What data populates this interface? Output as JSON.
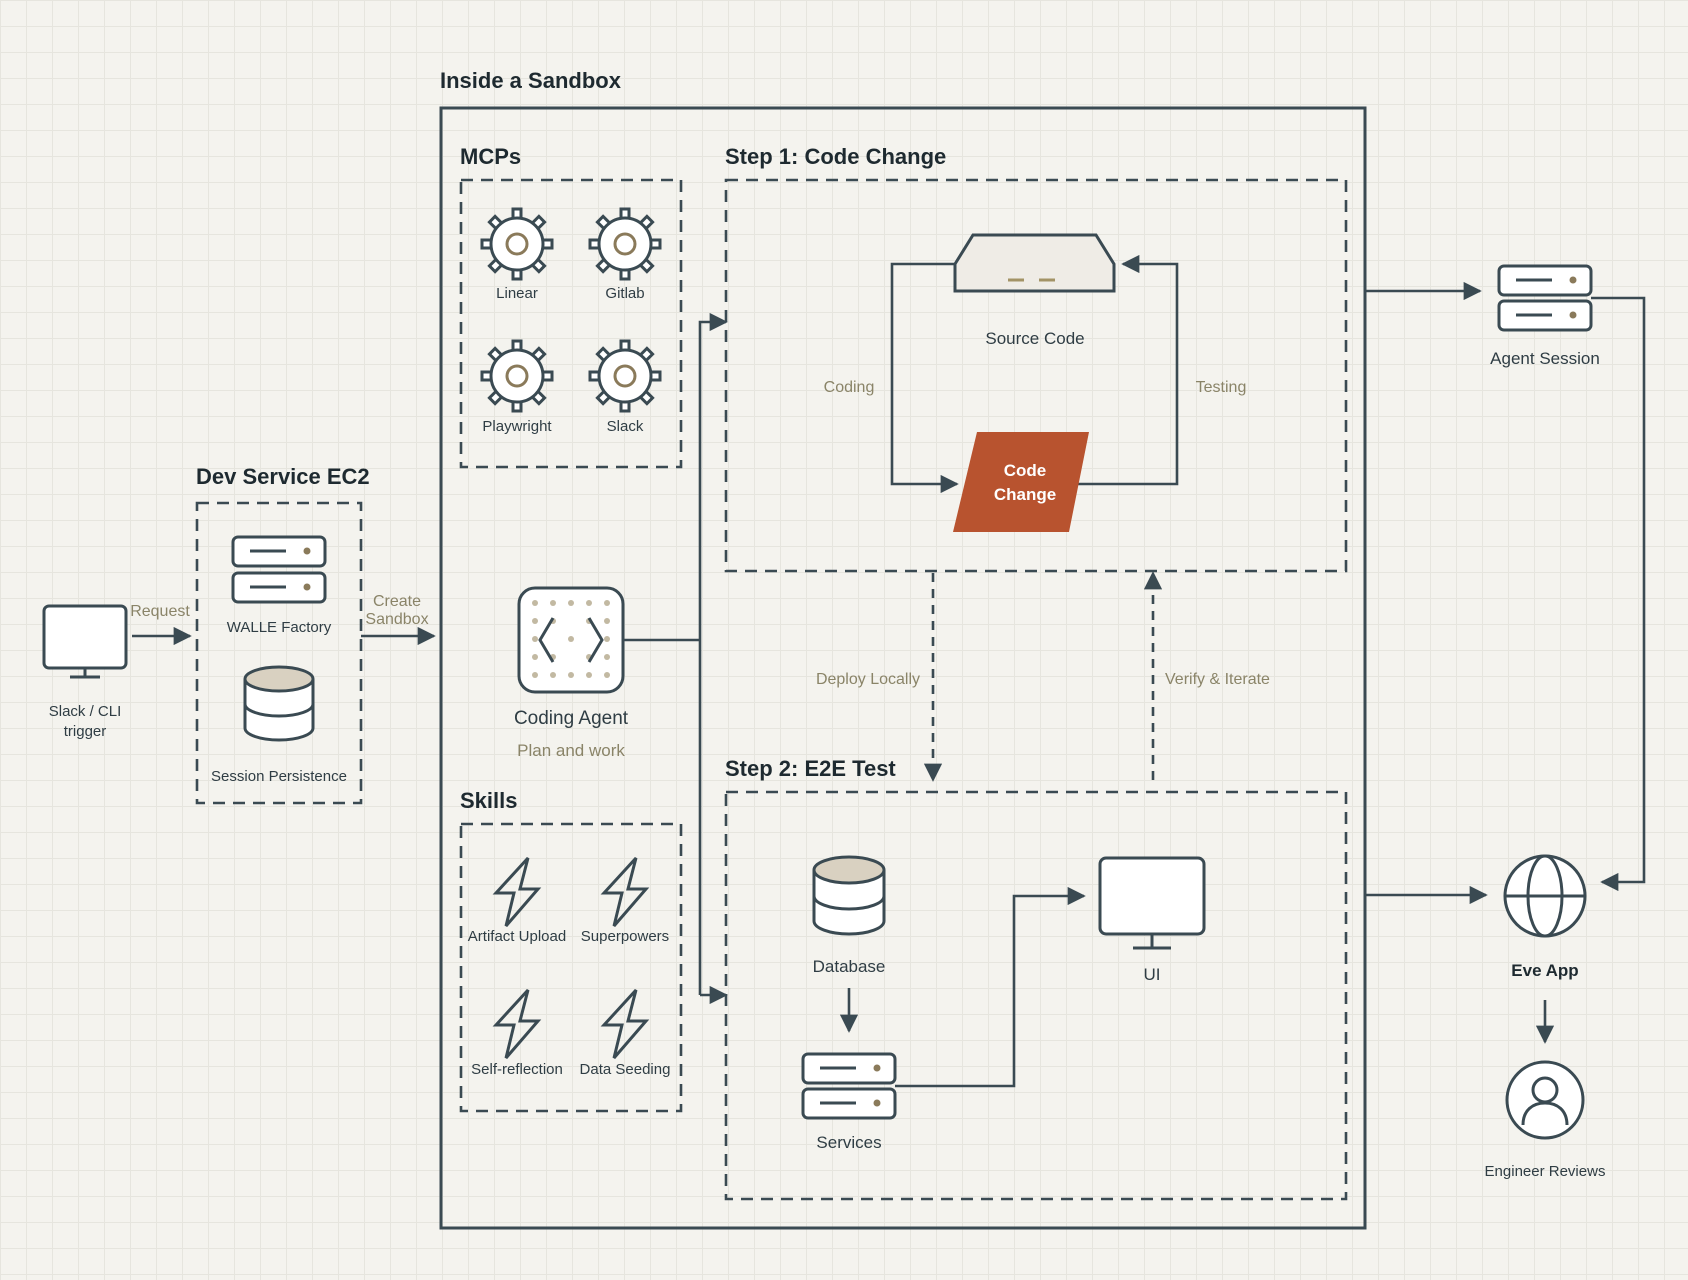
{
  "diagram": {
    "sandbox": {
      "title": "Inside a Sandbox"
    },
    "dev_service": {
      "title": "Dev Service EC2",
      "walle": "WALLE Factory",
      "session": "Session Persistence"
    },
    "trigger": {
      "line1": "Slack / CLI",
      "line2": "trigger",
      "request": "Request"
    },
    "create_sandbox": {
      "line1": "Create",
      "line2": "Sandbox"
    },
    "mcps": {
      "title": "MCPs",
      "items": [
        {
          "label": "Linear",
          "icon": "gear-icon"
        },
        {
          "label": "Gitlab",
          "icon": "gear-icon"
        },
        {
          "label": "Playwright",
          "icon": "gear-icon"
        },
        {
          "label": "Slack",
          "icon": "gear-icon"
        }
      ]
    },
    "agent": {
      "title": "Coding Agent",
      "subtitle": "Plan and work"
    },
    "skills": {
      "title": "Skills",
      "items": [
        {
          "label": "Artifact Upload",
          "icon": "lightning-icon"
        },
        {
          "label": "Superpowers",
          "icon": "lightning-icon"
        },
        {
          "label": "Self-reflection",
          "icon": "lightning-icon"
        },
        {
          "label": "Data Seeding",
          "icon": "lightning-icon"
        }
      ]
    },
    "step1": {
      "title": "Step 1: Code Change",
      "source_code": "Source Code",
      "coding": "Coding",
      "testing": "Testing",
      "change_line1": "Code",
      "change_line2": "Change"
    },
    "deploy_locally": "Deploy Locally",
    "verify_iterate": "Verify & Iterate",
    "step2": {
      "title": "Step 2: E2E Test",
      "database": "Database",
      "services": "Services",
      "ui": "UI"
    },
    "agent_session": "Agent Session",
    "eve_app": "Eve App",
    "engineer_reviews": "Engineer Reviews"
  },
  "colors": {
    "background": "#f4f3ee",
    "stroke": "#3a4a52",
    "accent": "#b8532f",
    "muted_text": "#8a8468",
    "db_top": "#d9d1c1"
  }
}
